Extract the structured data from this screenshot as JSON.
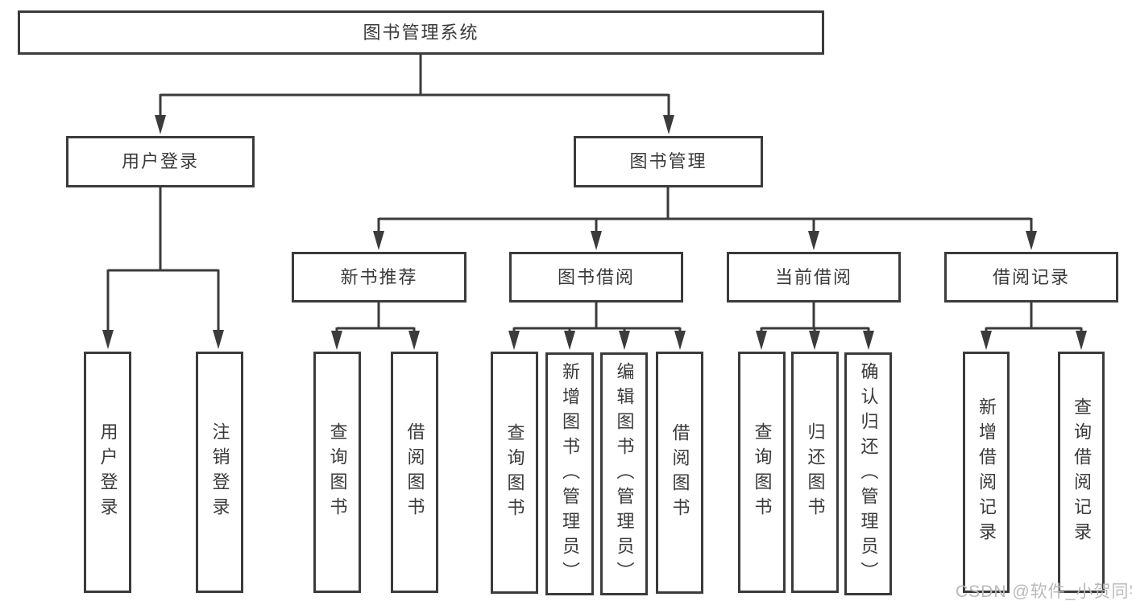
{
  "diagram": {
    "root": "图书管理系统",
    "level1": [
      "用户登录",
      "图书管理"
    ],
    "level2": [
      "新书推荐",
      "图书借阅",
      "当前借阅",
      "借阅记录"
    ],
    "leaves": {
      "login": [
        "用户登录",
        "注销登录"
      ],
      "newbook": [
        "查询图书",
        "借阅图书"
      ],
      "borrow": [
        "查询图书",
        "新增图书（管理员）",
        "编辑图书（管理员）",
        "借阅图书"
      ],
      "current": [
        "查询图书",
        "归还图书",
        "确认归还（管理员）"
      ],
      "records": [
        "新增借阅记录",
        "查询借阅记录"
      ]
    },
    "colors": {
      "line": "#3b3b3b",
      "text": "#3a3a3a",
      "background": "#ffffff",
      "watermark": "#b9b9b9"
    },
    "watermark": "CSDN @软件_小贺同学"
  }
}
